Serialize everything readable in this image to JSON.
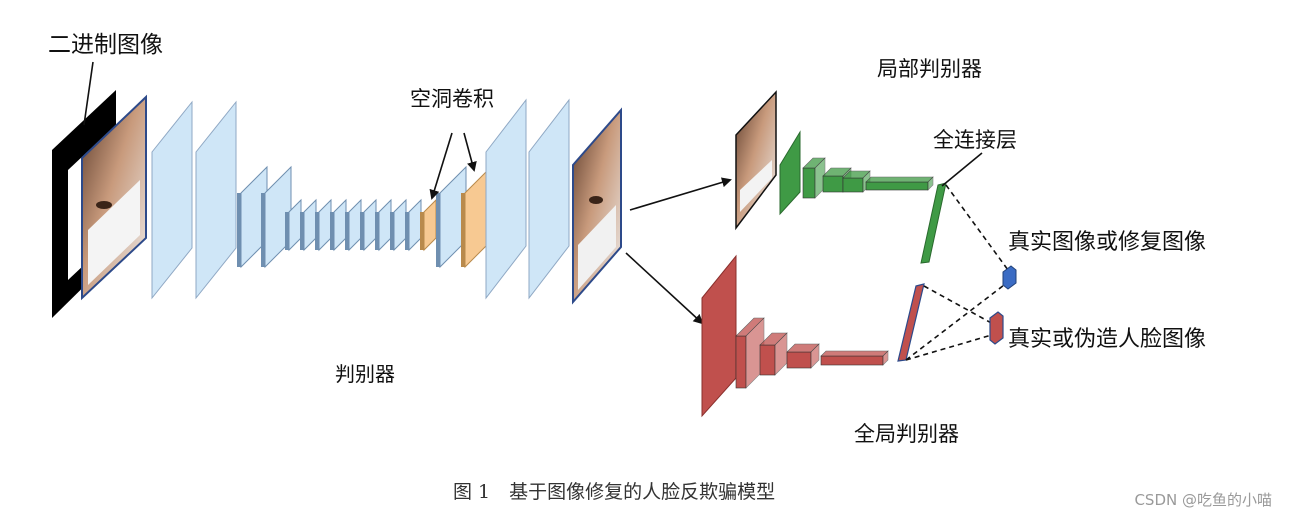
{
  "labels": {
    "binary_image": "二进制图像",
    "dilated_conv": "空洞卷积",
    "discriminator": "判别器",
    "local_discriminator": "局部判别器",
    "fully_connected": "全连接层",
    "real_or_inpainted": "真实图像或修复图像",
    "real_or_fake": "真实或伪造人脸图像",
    "global_discriminator": "全局判别器"
  },
  "caption": "图 1　基于图像修复的人脸反欺骗模型",
  "watermark": "CSDN @吃鱼的小喵",
  "colors": {
    "encoder_fill": "#cfe6f7",
    "encoder_stroke": "#8fa8c4",
    "dilated_fill": "#f7c992",
    "dilated_stroke": "#b98a4c",
    "local_fill": "#3f9a45",
    "global_fill": "#c0504d",
    "output_fill": "#3b6cc4",
    "photo_frame": "#2d4a8a"
  }
}
